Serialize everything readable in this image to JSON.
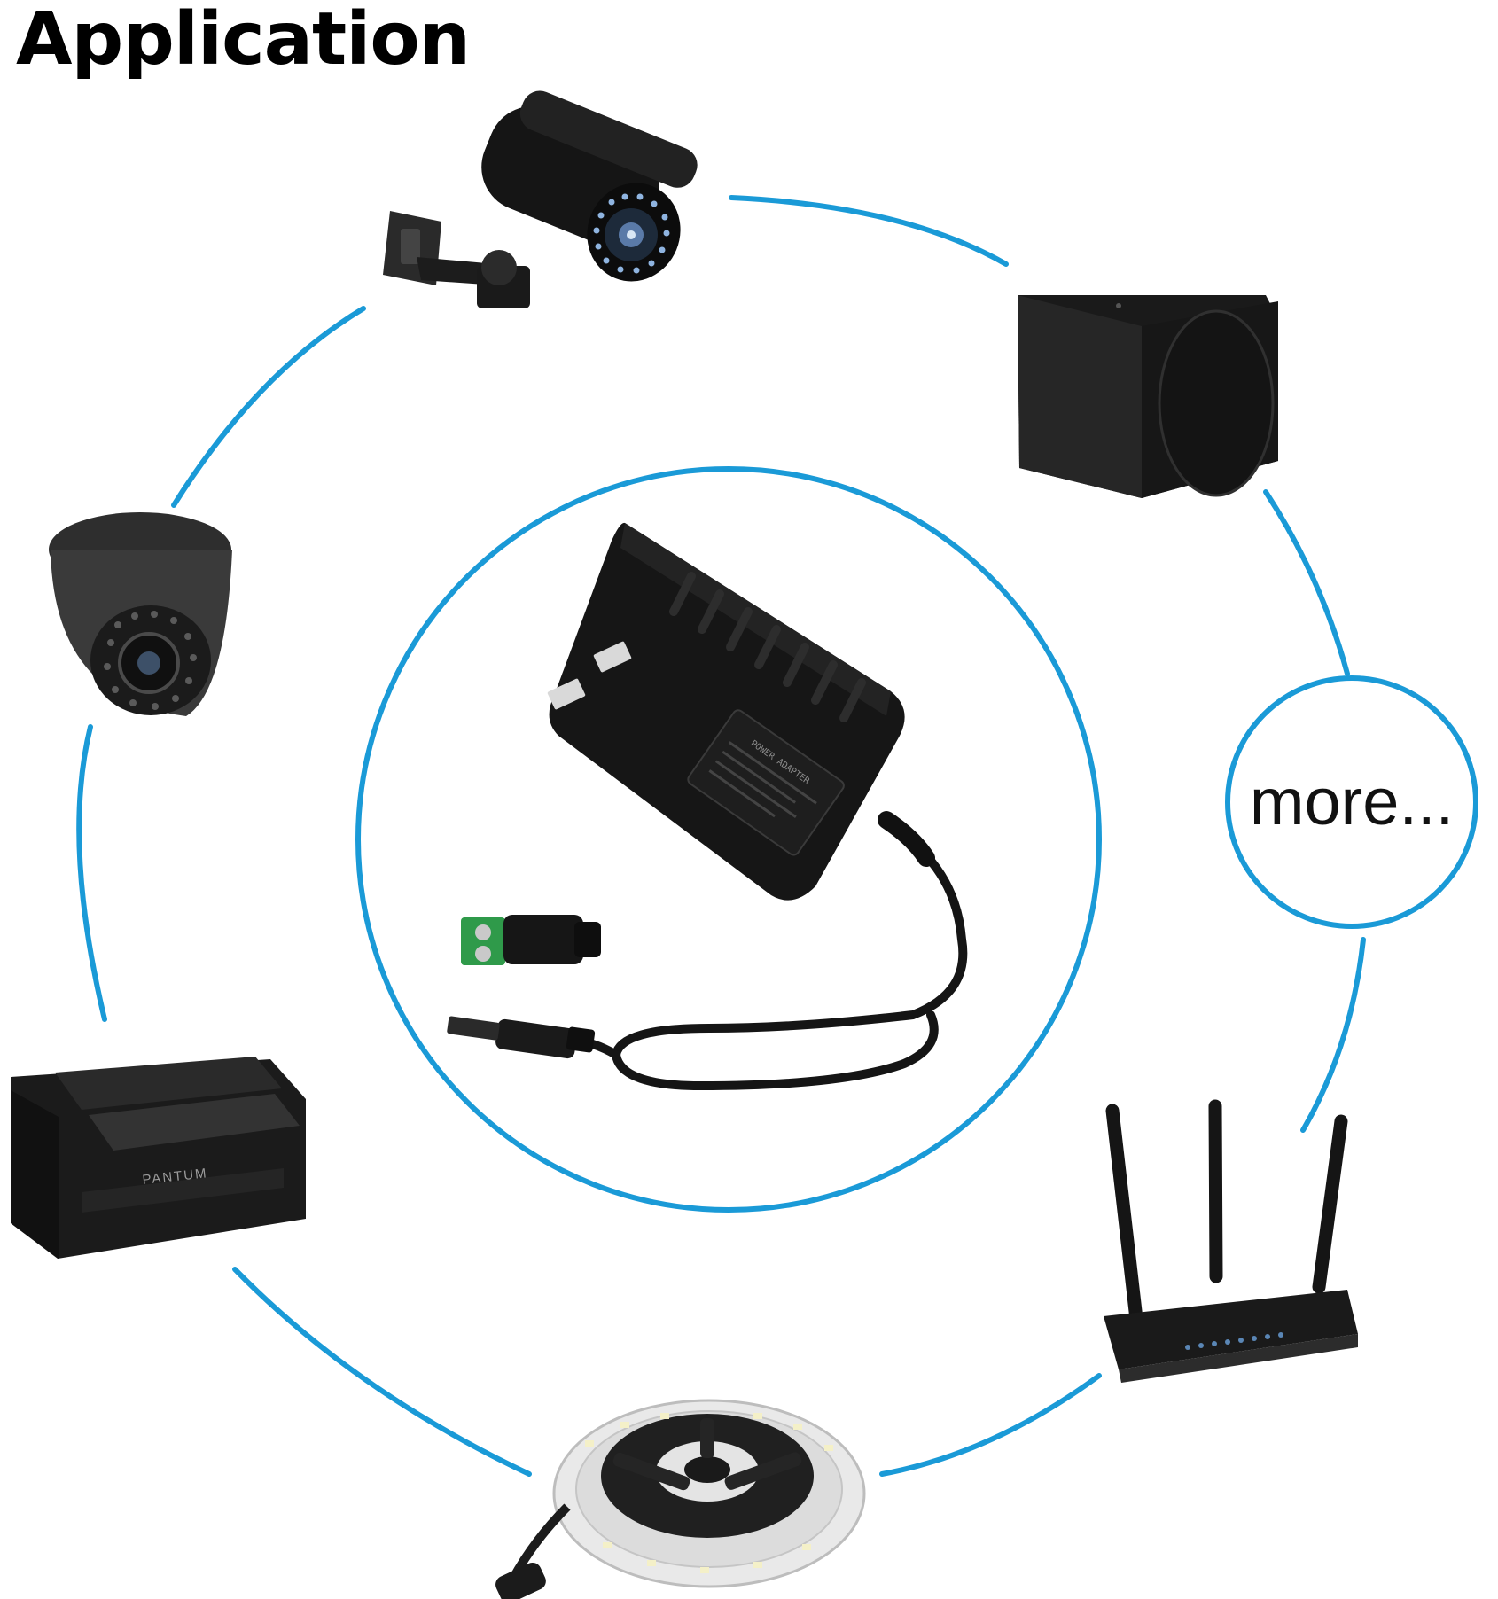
{
  "header": {
    "title": "Application"
  },
  "more_bubble": {
    "label": "more..."
  },
  "printer": {
    "brand": "PANTUM"
  },
  "adapter": {
    "label_line_1": "POWER ADAPTER"
  },
  "colors": {
    "accent_blue": "#1a9ad7",
    "device_black": "#111111",
    "terminal_green": "#2f9a4a"
  },
  "devices": [
    "bullet-camera",
    "speaker-box",
    "dome-camera",
    "printer",
    "led-strip-reel",
    "wifi-router",
    "power-adapter"
  ]
}
